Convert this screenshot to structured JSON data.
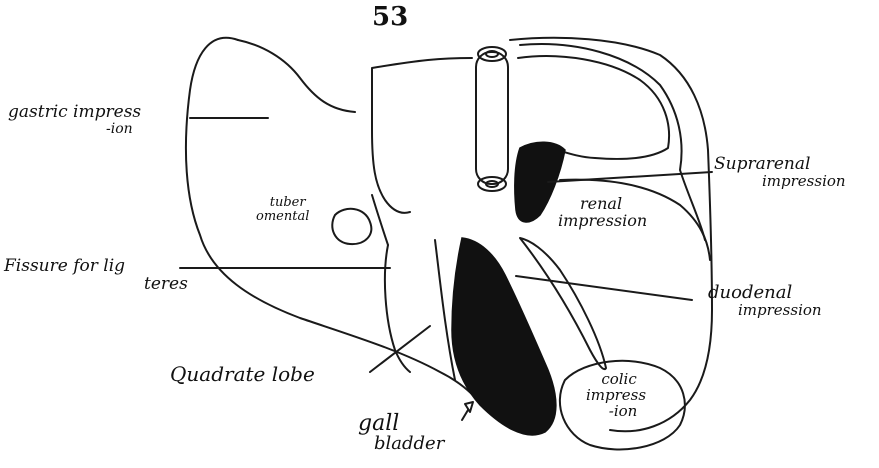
{
  "page_number": "53",
  "labels": {
    "gastric_1": "gastric impress",
    "gastric_2": "-ion",
    "tuber_1": "tuber",
    "tuber_2": "omental",
    "fissure_1": "Fissure for lig",
    "fissure_2": "teres",
    "quadrate": "Quadrate lobe",
    "gall_1": "gall",
    "gall_2": "bladder",
    "suprarenal_1": "Suprarenal",
    "suprarenal_2": "impression",
    "renal_1": "renal",
    "renal_2": "impression",
    "duodenal_1": "duodenal",
    "duodenal_2": "impression",
    "colic_1": "colic",
    "colic_2": "impress",
    "colic_3": "-ion"
  }
}
